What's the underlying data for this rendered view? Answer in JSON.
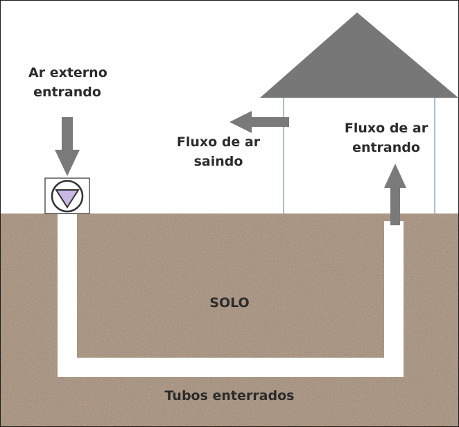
{
  "labels": {
    "external_air_line1": "Ar externo",
    "external_air_line2": "entrando",
    "outflow_line1": "Fluxo de ar",
    "outflow_line2": "saindo",
    "inflow_line1": "Fluxo de ar",
    "inflow_line2": "entrando",
    "soil": "SOLO",
    "pipes": "Tubos enterrados"
  },
  "colors": {
    "soil": "#a48f7c",
    "roof": "#777777",
    "arrow": "#7a7a7a",
    "pipe": "#ffffff",
    "fan": "#c9b8e6",
    "house_lines": "#a9bfcf"
  }
}
